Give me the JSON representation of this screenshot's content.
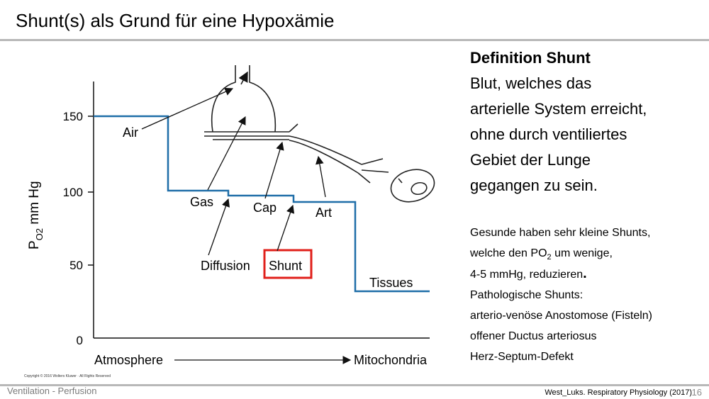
{
  "slide": {
    "title": "Shunt(s) als Grund für eine Hypoxämie",
    "footer_left": "Ventilation - Perfusion",
    "footer_right": "West_Luks. Respiratory Physiology (2017)",
    "page_number": "16",
    "copyright": "Copyright © 2016 Wolters Kluwer · All Rights Reserved"
  },
  "diagram": {
    "y_axis_label_main": "P",
    "y_axis_label_sub": "O2",
    "y_axis_label_unit": " mm Hg",
    "y_ticks": [
      "150",
      "100",
      "50",
      "0"
    ],
    "x_axis_start": "Atmosphere",
    "x_axis_end": "Mitochondria",
    "stage_labels": {
      "air": "Air",
      "gas": "Gas",
      "cap": "Cap",
      "art": "Art",
      "tissues": "Tissues",
      "diffusion": "Diffusion",
      "shunt": "Shunt"
    },
    "line_color": "#1f6ea8",
    "highlight_color": "#e0201b"
  },
  "definition": {
    "heading": "Definition Shunt",
    "lines": [
      "Blut, welches das",
      "arterielle System erreicht,",
      "ohne durch ventiliertes",
      "Gebiet der Lunge",
      "gegangen zu sein."
    ]
  },
  "notes": {
    "line1": "Gesunde haben sehr kleine Shunts,",
    "line2_pre": "welche den PO",
    "line2_sub": "2",
    "line2_post": " um wenige,",
    "line3": "4-5 mmHg, reduzieren",
    "line3_dot": ".",
    "line4": "Pathologische Shunts:",
    "line5": "arterio-venöse Anostomose (Fisteln)",
    "line6": "offener Ductus arteriosus",
    "line7": "Herz-Septum-Defekt"
  }
}
